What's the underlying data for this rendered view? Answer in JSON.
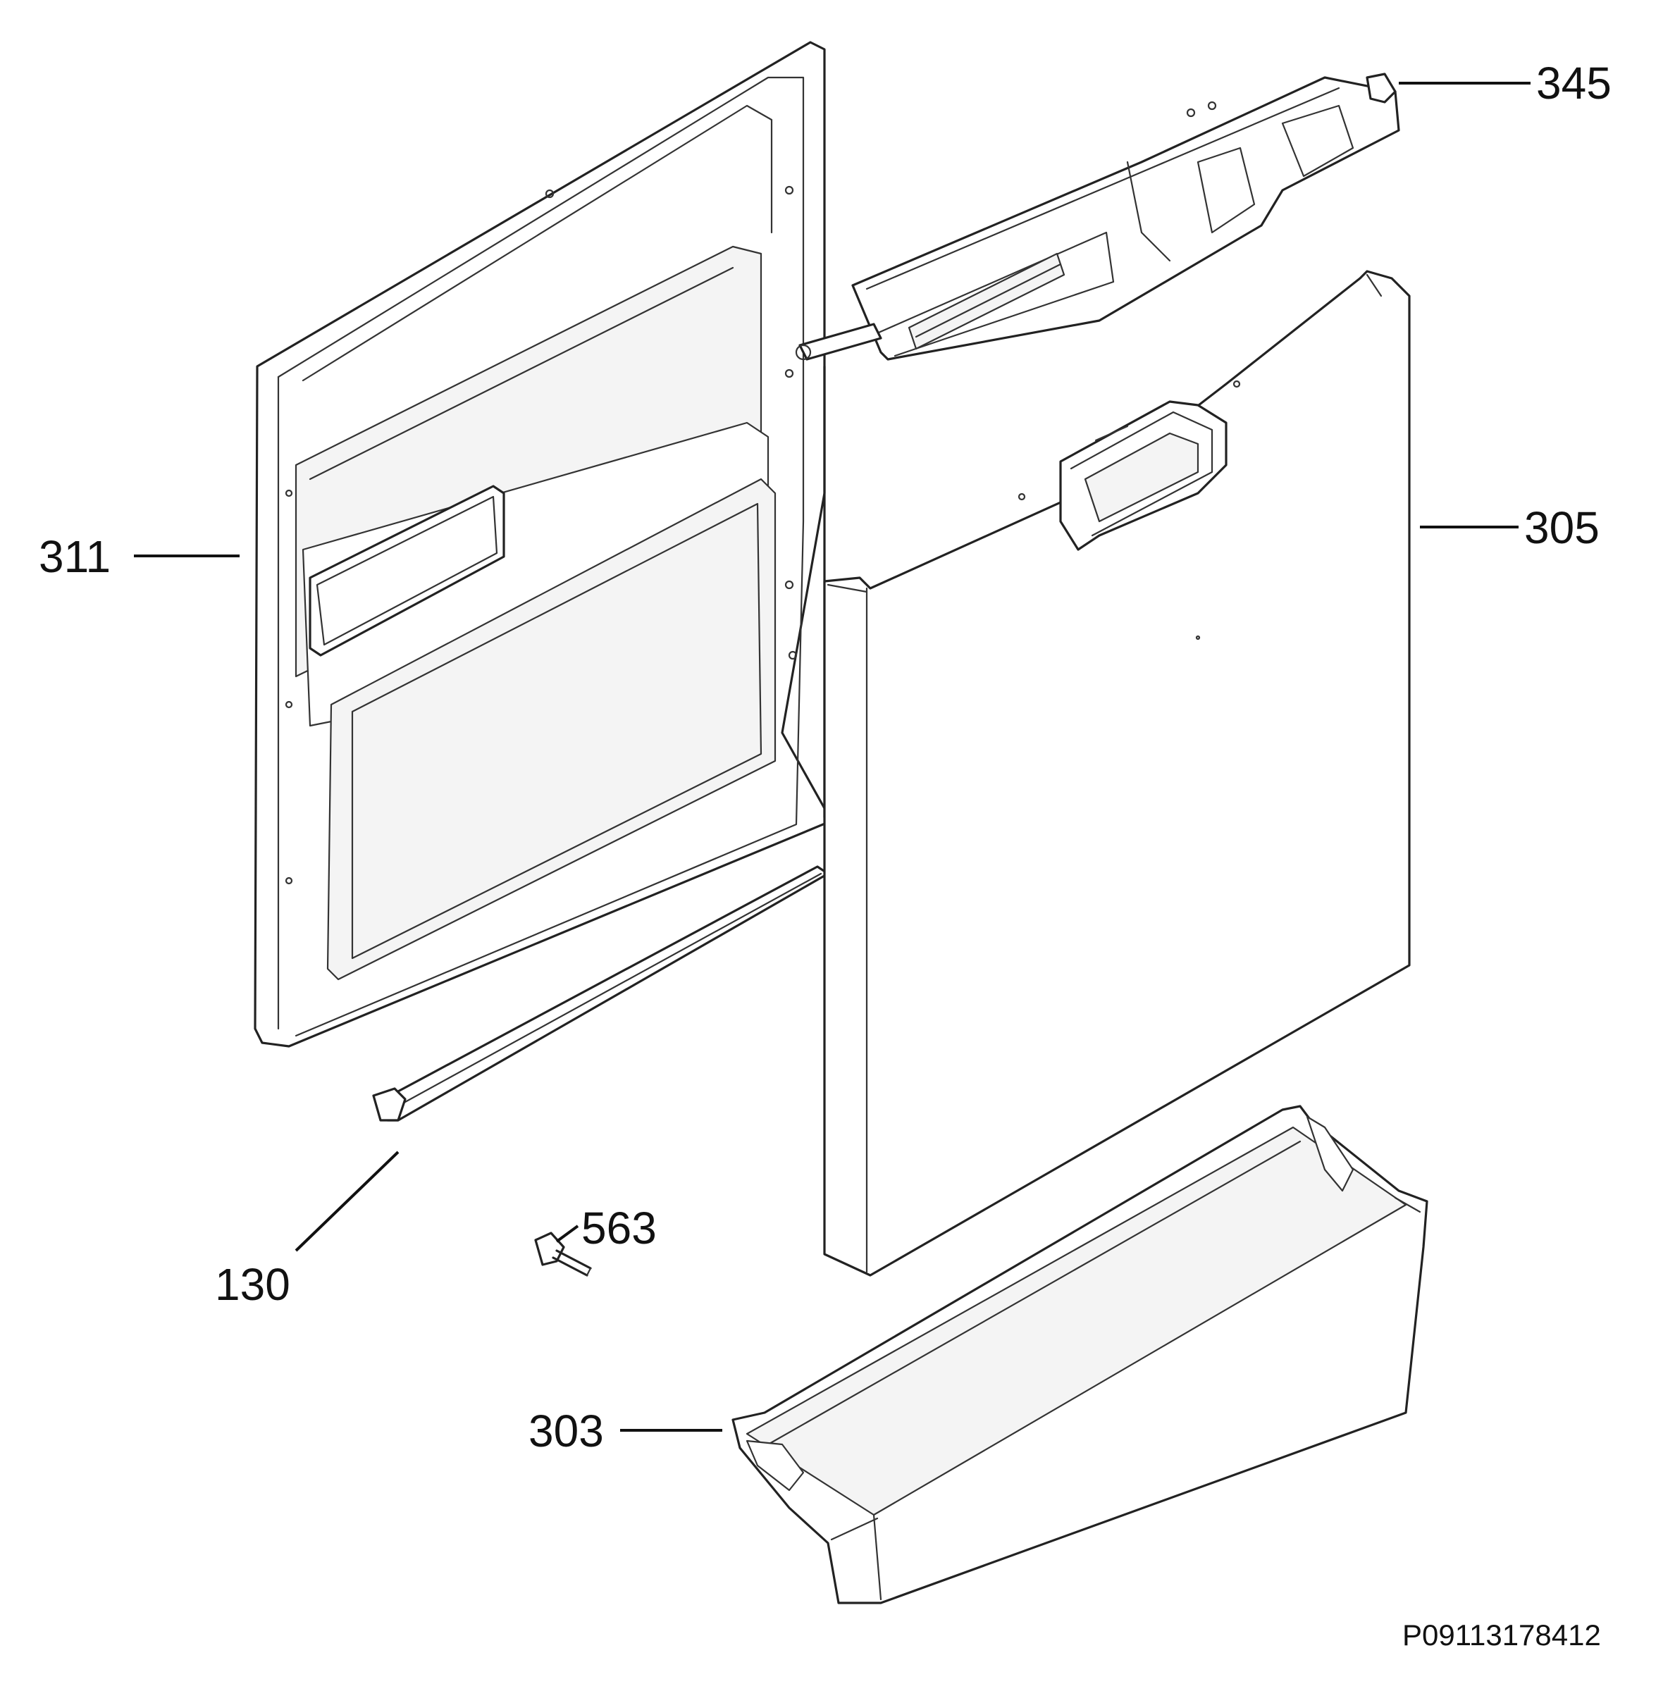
{
  "labels": {
    "p345": "345",
    "p311": "311",
    "p305": "305",
    "p130": "130",
    "p563": "563",
    "p303": "303"
  },
  "drawing_code": "P09113178412",
  "colors": {
    "line": "#222222",
    "background": "#ffffff"
  }
}
